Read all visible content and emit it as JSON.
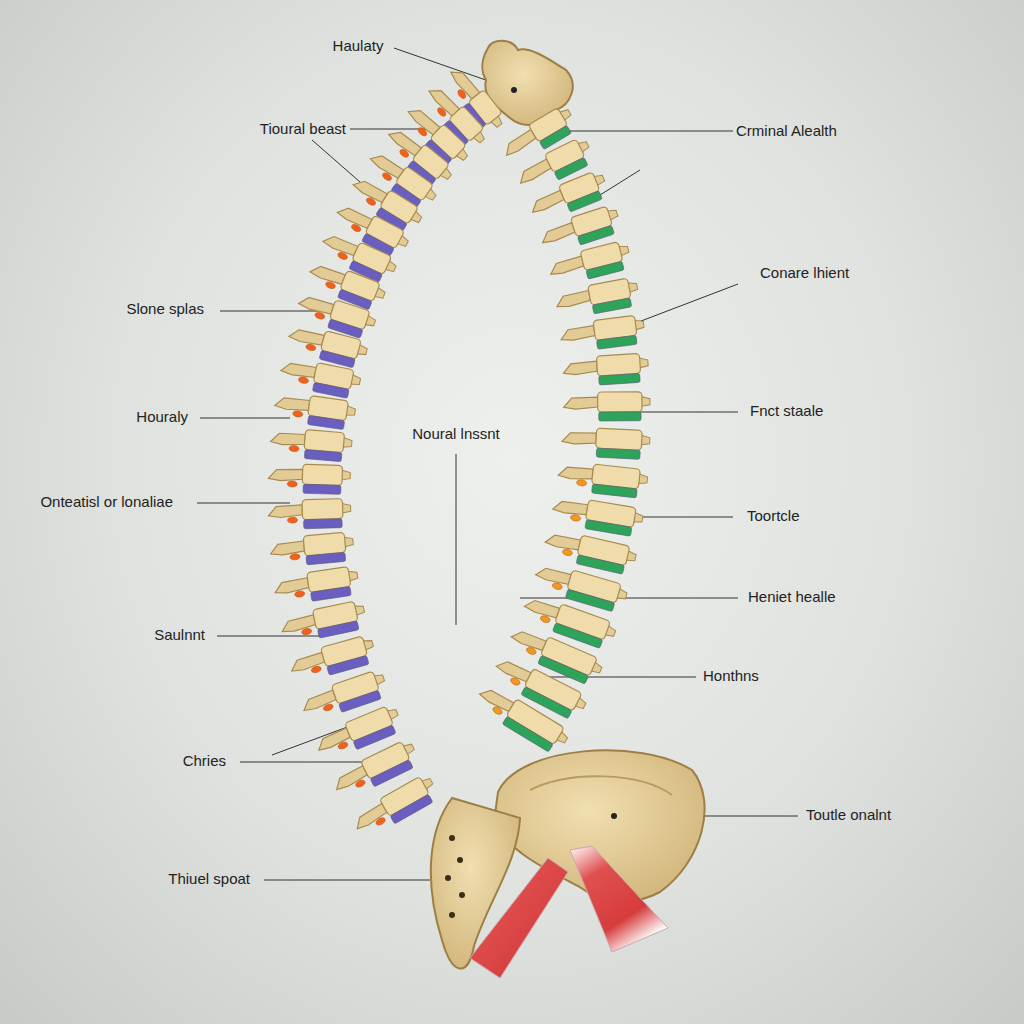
{
  "diagram": {
    "labels": [
      "Haulaty",
      "Tioural beast",
      "Crminal Alealth",
      "Conare lhient",
      "Slone splas",
      "Noural lnssnt",
      "Fnct staale",
      "Houraly",
      "Onteatisl or lonaliae",
      "Toortcle",
      "Heniet healle",
      "Saulnnt",
      "Honthns",
      "Chries",
      "Toutle onalnt",
      "Thiuel spoat"
    ]
  }
}
